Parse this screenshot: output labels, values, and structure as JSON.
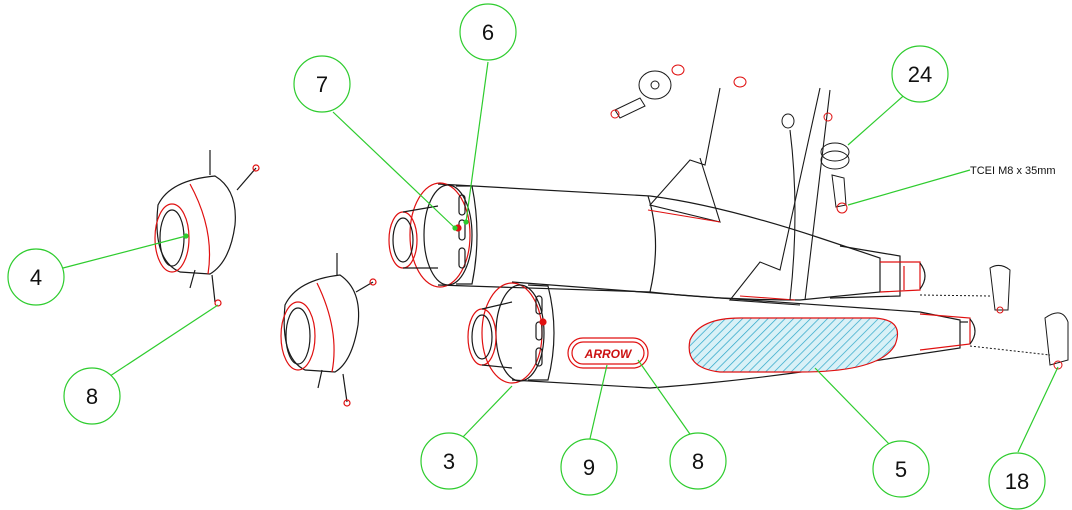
{
  "callouts": [
    {
      "id": "c6",
      "number": "6"
    },
    {
      "id": "c7",
      "number": "7"
    },
    {
      "id": "c24",
      "number": "24"
    },
    {
      "id": "c4",
      "number": "4"
    },
    {
      "id": "c8a",
      "number": "8"
    },
    {
      "id": "c3",
      "number": "3"
    },
    {
      "id": "c9",
      "number": "9"
    },
    {
      "id": "c8b",
      "number": "8"
    },
    {
      "id": "c5",
      "number": "5"
    },
    {
      "id": "c18",
      "number": "18"
    }
  ],
  "spec_label": "TCEI M8 x 35mm",
  "logo_text": "ARROW",
  "colors": {
    "outline": "#1a1a1a",
    "accent_red": "#e01010",
    "leader_green": "#2ecc2e",
    "hatch_blue": "#2ba6c9"
  },
  "icons": [
    "balloon-callout",
    "exhaust-muffler",
    "end-cap",
    "bracket",
    "clamp",
    "bolt",
    "nut",
    "washer"
  ]
}
